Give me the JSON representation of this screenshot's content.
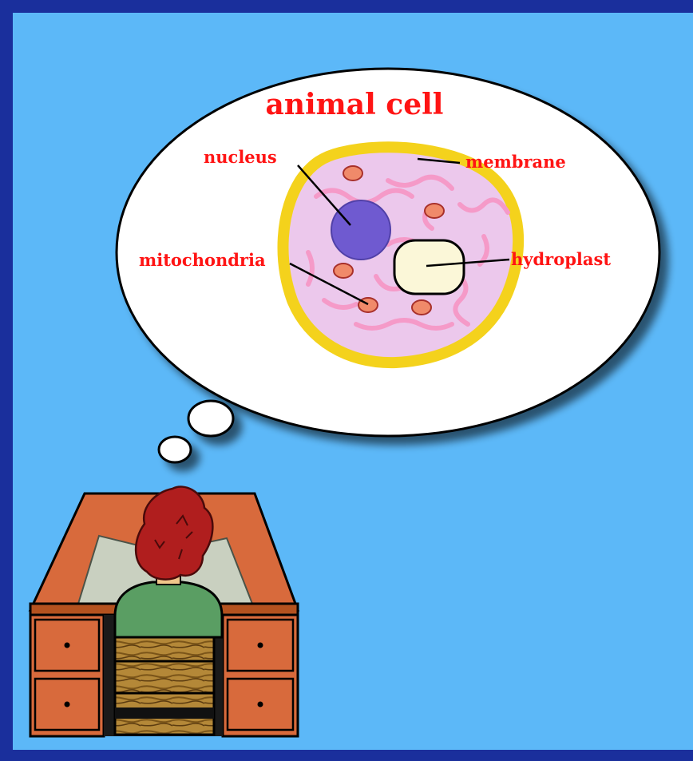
{
  "diagram": {
    "title": "animal cell",
    "labels": {
      "nucleus": "nucleus",
      "membrane": "membrane",
      "mitochondria": "mitochondria",
      "hydroplast": "hydroplast"
    }
  },
  "colors": {
    "border": "#1a2f9c",
    "background": "#5cb8f8",
    "label_red": "#ff1414",
    "membrane_yellow": "#f4d21c",
    "cytoplasm_pink": "#ecc8ec",
    "nucleus_purple": "#6f5ad0",
    "mitochondria": "#f08a6a",
    "desk": "#d86a3c",
    "shirt": "#5a9e63",
    "hair": "#b01e1e"
  }
}
